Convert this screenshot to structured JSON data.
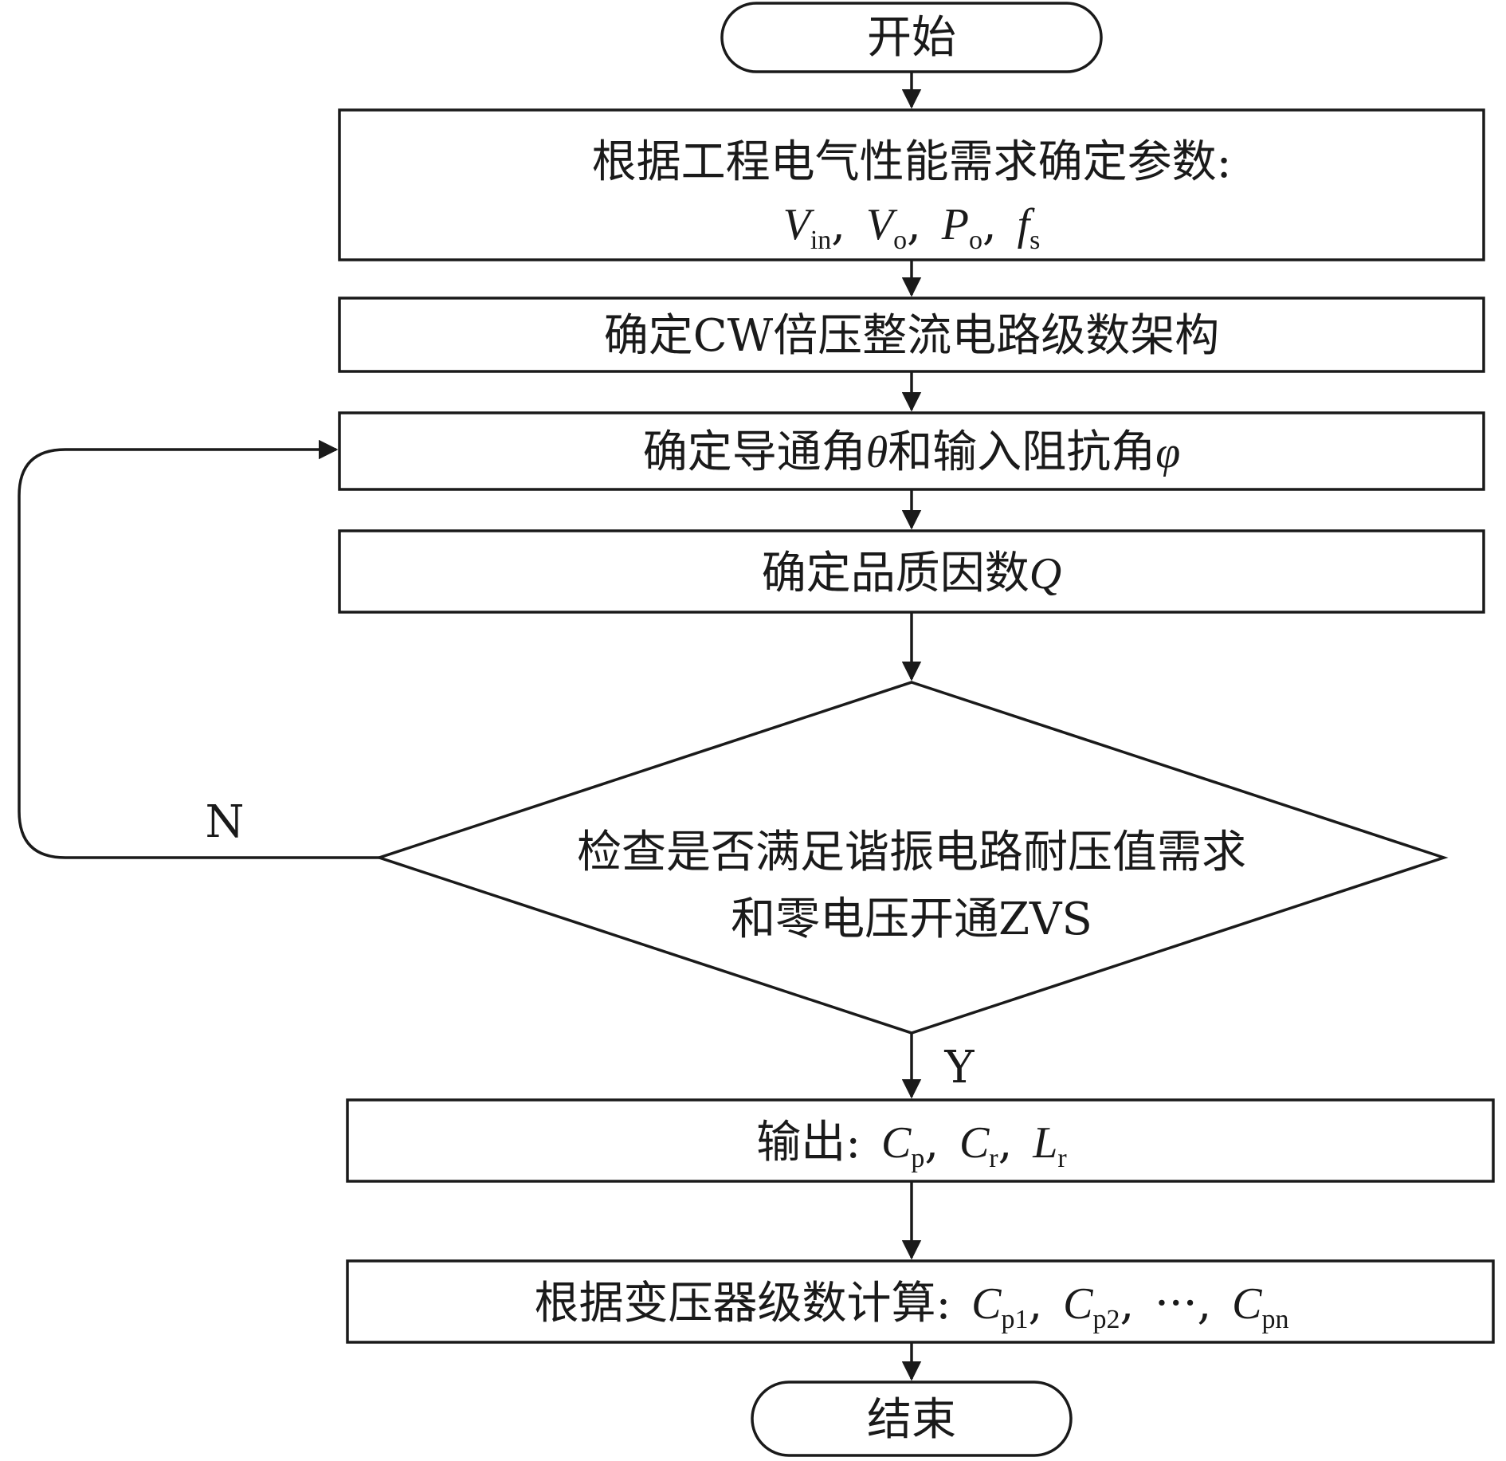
{
  "nodes": {
    "start": "开始",
    "step1": {
      "line1": "根据工程电气性能需求确定参数:",
      "line2": "Vin, Vo, Po, fs",
      "params": [
        {
          "symbol": "V",
          "sub": "in",
          "sep": ","
        },
        {
          "symbol": "V",
          "sub": "o",
          "sep": ","
        },
        {
          "symbol": "P",
          "sub": "o",
          "sep": ","
        },
        {
          "symbol": "f",
          "sub": "s",
          "sep": ""
        }
      ]
    },
    "step2": "确定CW倍压整流电路级数架构",
    "step3": {
      "text": "确定导通角θ和输入阻抗角φ",
      "prefix": "确定导通角",
      "theta": "θ",
      "middle": "和输入阻抗角",
      "phi": "φ"
    },
    "step4": {
      "text": "确定品质因数Q",
      "prefix": "确定品质因数",
      "symbol": "Q"
    },
    "decision": {
      "line1": "检查是否满足谐振电路耐压值需求",
      "line2": "和零电压开通ZVS"
    },
    "step5": {
      "text": "输出: Cp, Cr, Lr",
      "prefix": "输出:",
      "params": [
        {
          "symbol": "C",
          "sub": "p",
          "sep": ","
        },
        {
          "symbol": "C",
          "sub": "r",
          "sep": ","
        },
        {
          "symbol": "L",
          "sub": "r",
          "sep": ""
        }
      ]
    },
    "step6": {
      "text": "根据变压器级数计算: Cp1, Cp2, ···, Cpn",
      "prefix": "根据变压器级数计算:",
      "c1": {
        "symbol": "C",
        "sub": "p1"
      },
      "c2": {
        "symbol": "C",
        "sub": "p2"
      },
      "dots": "···",
      "cn": {
        "symbol": "C",
        "sub": "p",
        "sub_italic": "n"
      }
    },
    "end": "结束"
  },
  "edges": {
    "no_label": "N",
    "yes_label": "Y"
  }
}
